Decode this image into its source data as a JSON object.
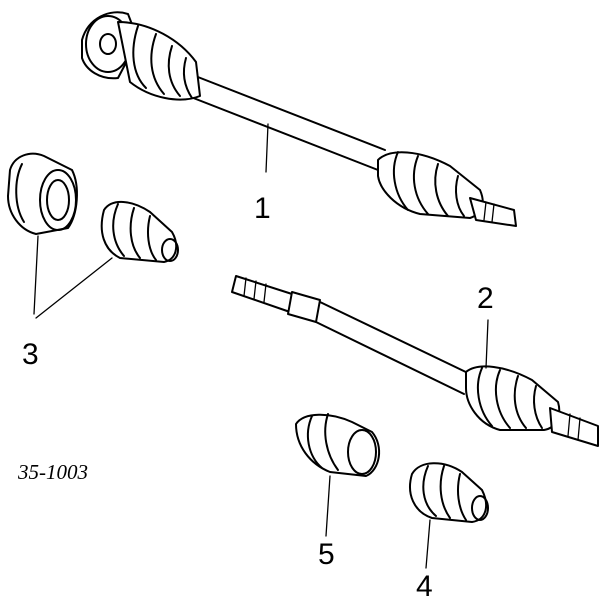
{
  "callouts": {
    "part1": "1",
    "part2": "2",
    "part3": "3",
    "part4": "4",
    "part5": "5"
  },
  "reference_code": "35-1003"
}
